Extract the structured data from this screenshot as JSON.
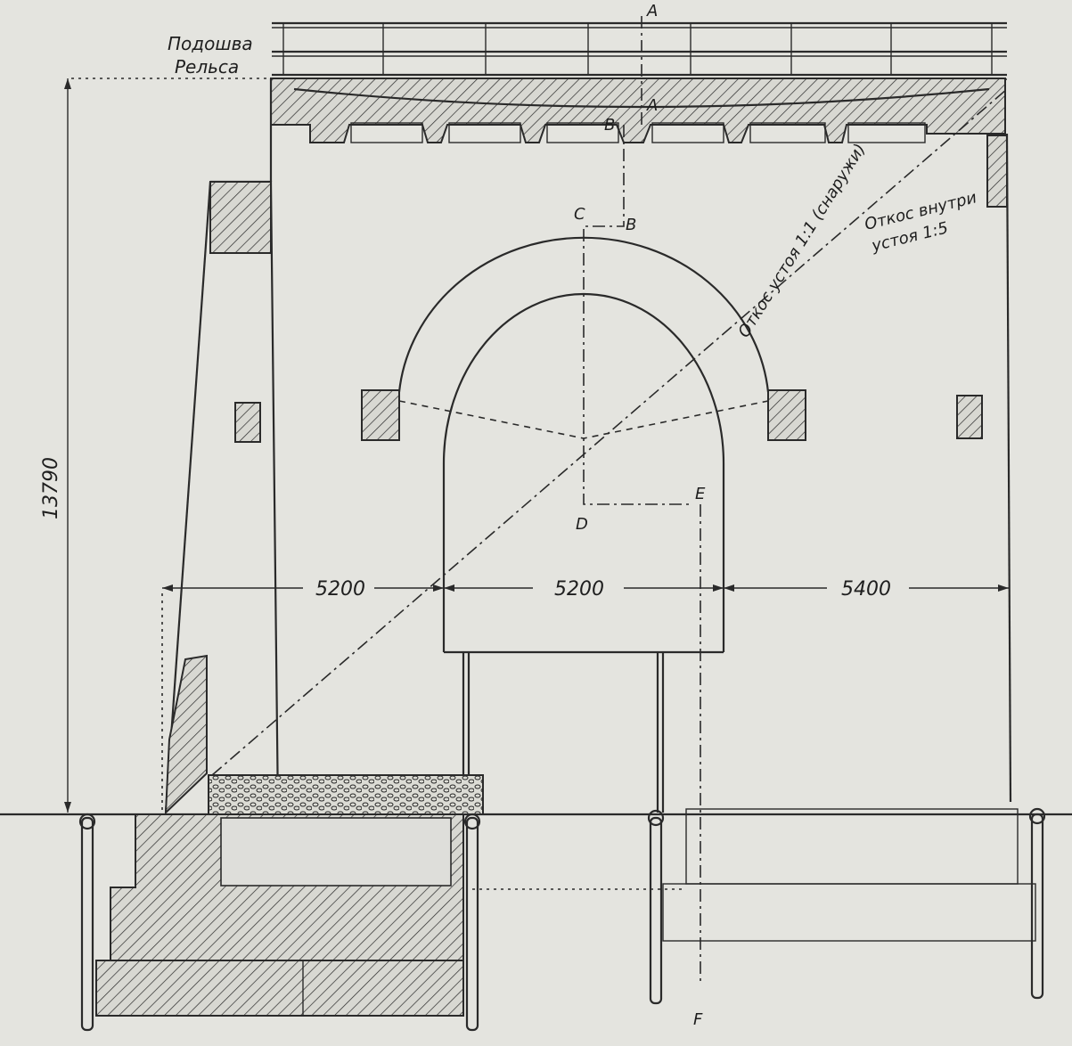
{
  "diagram": {
    "labels": {
      "rail_base_line1": "Подошва",
      "rail_base_line2": "Рельса",
      "point_a_top": "A",
      "point_a_deck": "A",
      "point_b_deck": "B",
      "point_c": "C",
      "point_b_mid": "B",
      "point_d": "D",
      "point_e": "E",
      "point_f": "F",
      "slope_outside": "Откос устоя 1:1 (снаружи)",
      "slope_inside_line1": "Откос внутри",
      "slope_inside_line2": "устоя 1:5"
    },
    "dimensions": {
      "height": "13790",
      "span_left": "5200",
      "span_middle": "5200",
      "span_right": "5400"
    }
  }
}
